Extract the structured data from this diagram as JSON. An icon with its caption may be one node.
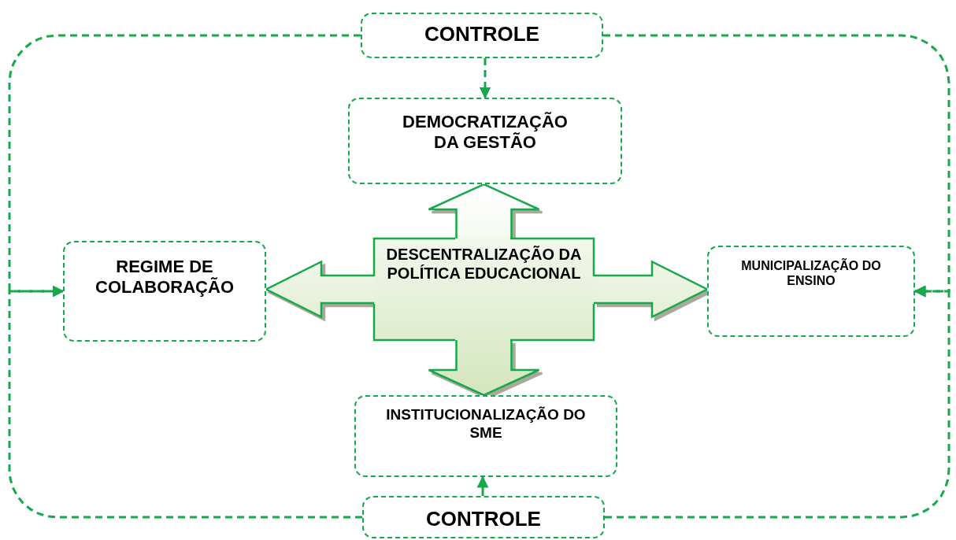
{
  "diagram": {
    "nodes": [
      {
        "text": [
          "CONTROLE"
        ]
      },
      {
        "text": [
          "DEMOCRATIZAÇÃO DA GESTÃO"
        ]
      },
      {
        "text": [
          "REGIME DE COLABORAÇÃO"
        ]
      },
      {
        "text": [
          "DESCENTRALIZAÇÃO DA POLÍTICA EDUCACIONAL"
        ]
      },
      {
        "text": [
          "MUNICIPALIZAÇÃO DO ENSINO"
        ]
      },
      {
        "text": [
          "INSTITUCIONALIZAÇÃO DO SME"
        ]
      },
      {
        "text": [
          "CONTROLE"
        ]
      }
    ],
    "edges": [
      {
        "from": 0,
        "to": 1,
        "arrow": "to",
        "style": "dashed"
      },
      {
        "from": 0,
        "to": 2,
        "arrow": "to",
        "style": "dashed"
      },
      {
        "from": 6,
        "to": 2,
        "arrow": "to",
        "style": "dashed"
      },
      {
        "from": 0,
        "to": 4,
        "arrow": "to",
        "style": "dashed"
      },
      {
        "from": 6,
        "to": 4,
        "arrow": "to",
        "style": "dashed"
      },
      {
        "from": 6,
        "to": 5,
        "arrow": "to"
      },
      {
        "from": 3,
        "to": 1,
        "arrow": "to",
        "style": "thick"
      },
      {
        "from": 3,
        "to": 2,
        "arrow": "to",
        "style": "thick"
      },
      {
        "from": 3,
        "to": 4,
        "arrow": "to",
        "style": "thick"
      },
      {
        "from": 3,
        "to": 5,
        "arrow": "to",
        "style": "thick"
      }
    ]
  }
}
